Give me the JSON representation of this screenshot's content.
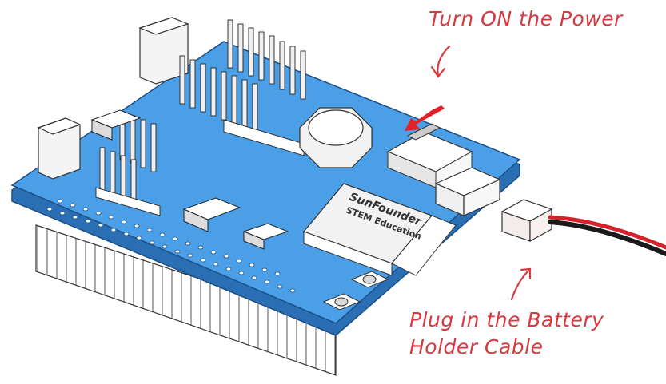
{
  "annotations": {
    "power": "Turn ON the Power",
    "battery_line1": "Plug in the Battery",
    "battery_line2": "Holder Cable"
  },
  "board": {
    "brand_line1": "SunFounder",
    "brand_line2": "STEM Education"
  },
  "colors": {
    "board": "#4a9fe6",
    "board_edge": "#2a6fb4",
    "annotation": "#d9383f",
    "wire_red": "#d3222b",
    "wire_black": "#1a1a1a",
    "connector": "#f2ecea"
  }
}
